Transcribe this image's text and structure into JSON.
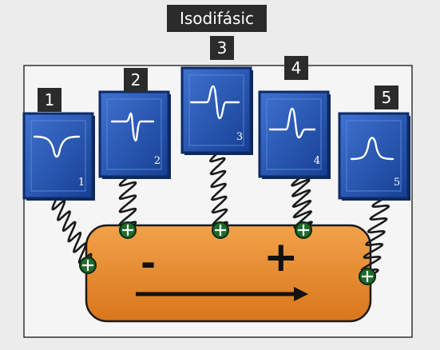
{
  "title": "Isodifásic",
  "title_highlight_index": 3,
  "leads": [
    {
      "tag": "1",
      "label": "1",
      "waveform": "negative-deflection"
    },
    {
      "tag": "2",
      "label": "2",
      "waveform": "small-positive-then-large-negative"
    },
    {
      "tag": "3",
      "label": "3",
      "waveform": "equiphasic-biphasic"
    },
    {
      "tag": "4",
      "label": "4",
      "waveform": "large-positive-then-negative"
    },
    {
      "tag": "5",
      "label": "5",
      "waveform": "positive-deflection"
    }
  ],
  "muscle_strip": {
    "negative_label": "-",
    "positive_label": "+",
    "arrow_direction": "left-to-right",
    "color": "#e58a2c"
  },
  "colors": {
    "electrode_blue": "#1f4fa8",
    "electrode_border": "#0d2b66",
    "wave_line": "#ffffff",
    "wire": "#1a1a1a",
    "connector_green": "#1e6b2a",
    "tag_bg": "#2b2b2b"
  },
  "icons": [
    "ground-connector-icon",
    "coiled-wire-icon"
  ]
}
